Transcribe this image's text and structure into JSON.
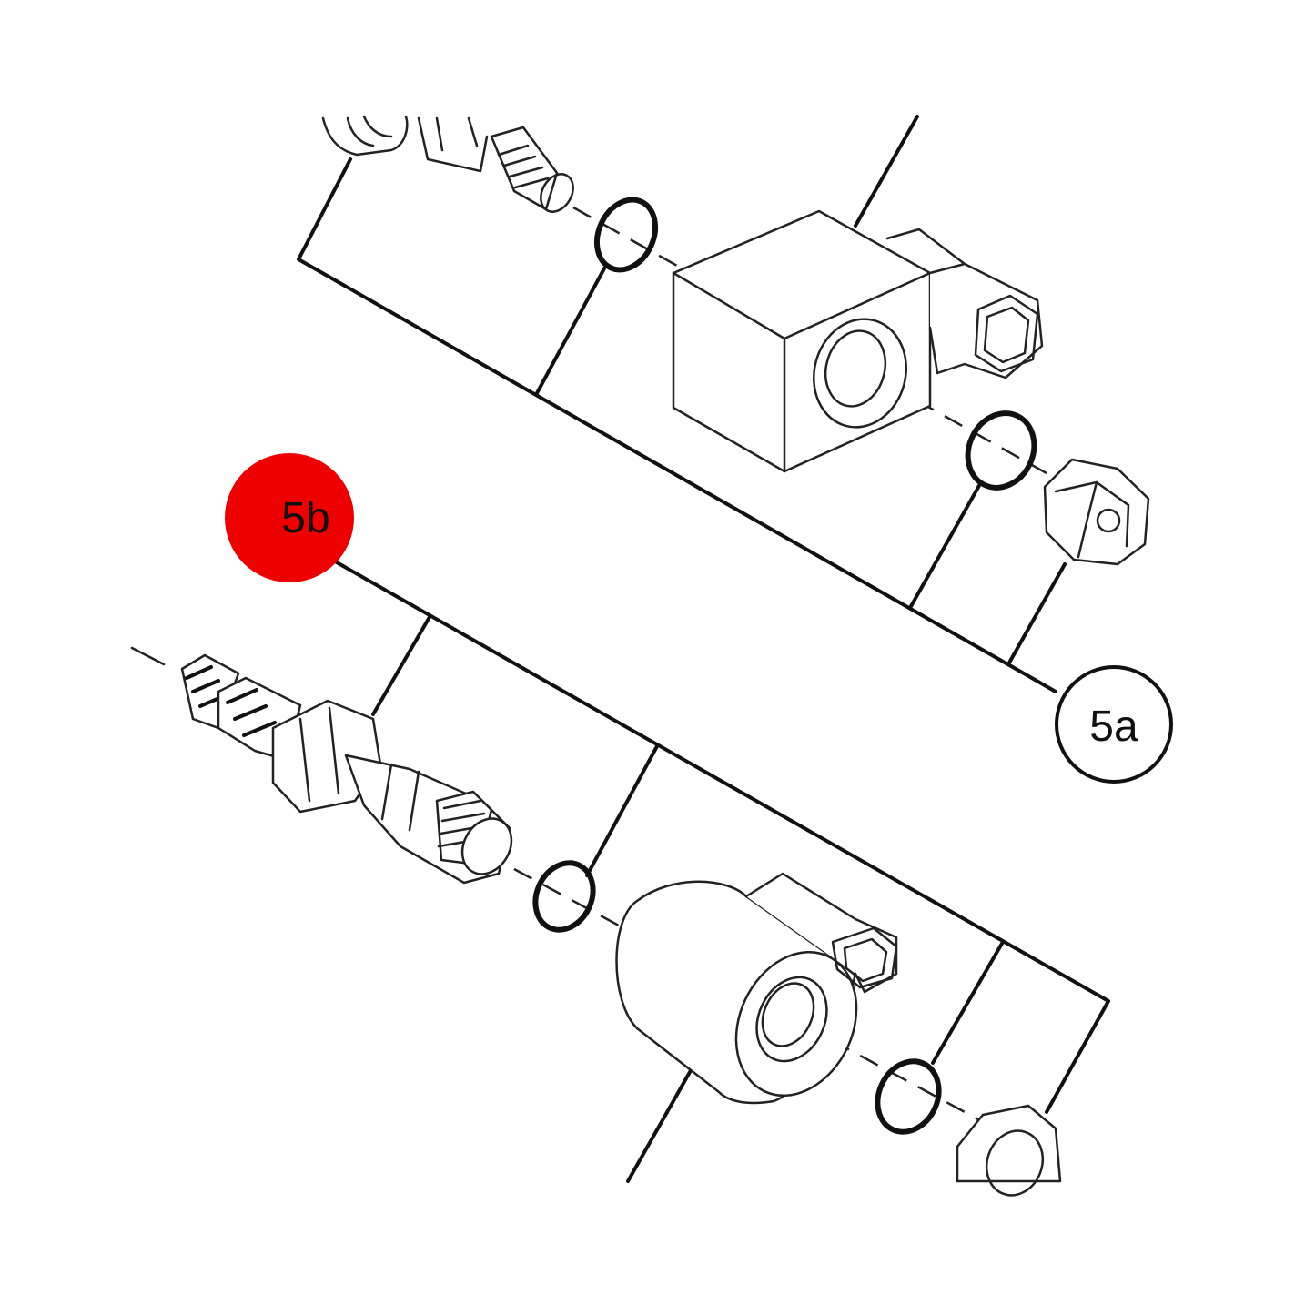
{
  "diagram": {
    "callouts": [
      {
        "id": "5a",
        "label": "5a",
        "style": "outline"
      },
      {
        "id": "5b",
        "label": "5b",
        "style": "highlight"
      }
    ],
    "colors": {
      "highlight_fill": "#ee0000",
      "line": "#111111",
      "background": "#ffffff"
    }
  }
}
